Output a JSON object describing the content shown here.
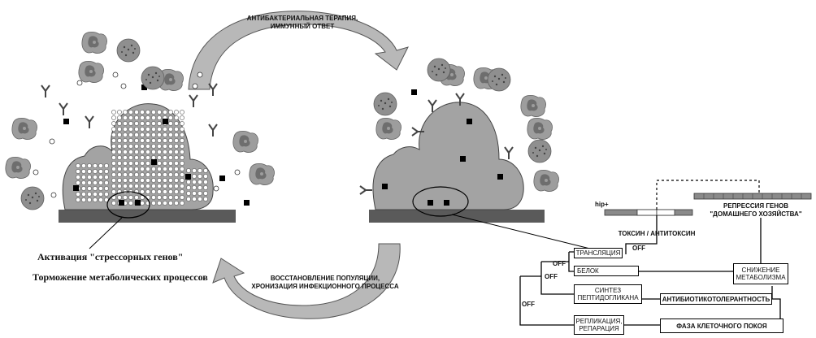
{
  "arrows": {
    "top_label": [
      "АНТИБАКТЕРИАЛЬНАЯ ТЕРАПИЯ,",
      "ИММУННЫЙ ОТВЕТ"
    ],
    "bottom_label": [
      "ВОССТАНОВЛЕНИЕ ПОПУЛЯЦИИ,",
      "ХРОНИЗАЦИЯ ИНФЕКЦИОННОГО ПРОЦЕССА"
    ]
  },
  "left_captions": {
    "line1": "Активация \"стрессорных генов\"",
    "line2": "Торможение метаболических процессов"
  },
  "genes": {
    "hip_label": "hip+",
    "repression": [
      "РЕПРЕССИЯ ГЕНОВ",
      "\"ДОМАШНЕГО ХОЗЯЙСТВА\""
    ],
    "toxin": "ТОКСИН / АНТИТОКСИН",
    "off": "OFF"
  },
  "boxes": {
    "translation": "ТРАНСЛЯЦИЯ",
    "protein": "БЕЛОК",
    "synthesis": [
      "СИНТЕЗ",
      "ПЕПТИДОГЛИКАНА"
    ],
    "replication": [
      "РЕПЛИКАЦИЯ,",
      "РЕПАРАЦИЯ"
    ],
    "metabolism": [
      "СНИЖЕНИЕ",
      "МЕТАБОЛИЗМА"
    ],
    "tolerance": "АНТИБИОТИКОТОЛЕРАНТНОСТЬ",
    "dormancy": "ФАЗА КЛЕТОЧНОГО ПОКОЯ"
  },
  "colors": {
    "biofilm": "#a3a3a3",
    "substrate": "#5a5a5a",
    "arrow": "#b5b5b5",
    "phagocyte": "#9d9d9d",
    "nucleus": "#6e6e6e"
  }
}
